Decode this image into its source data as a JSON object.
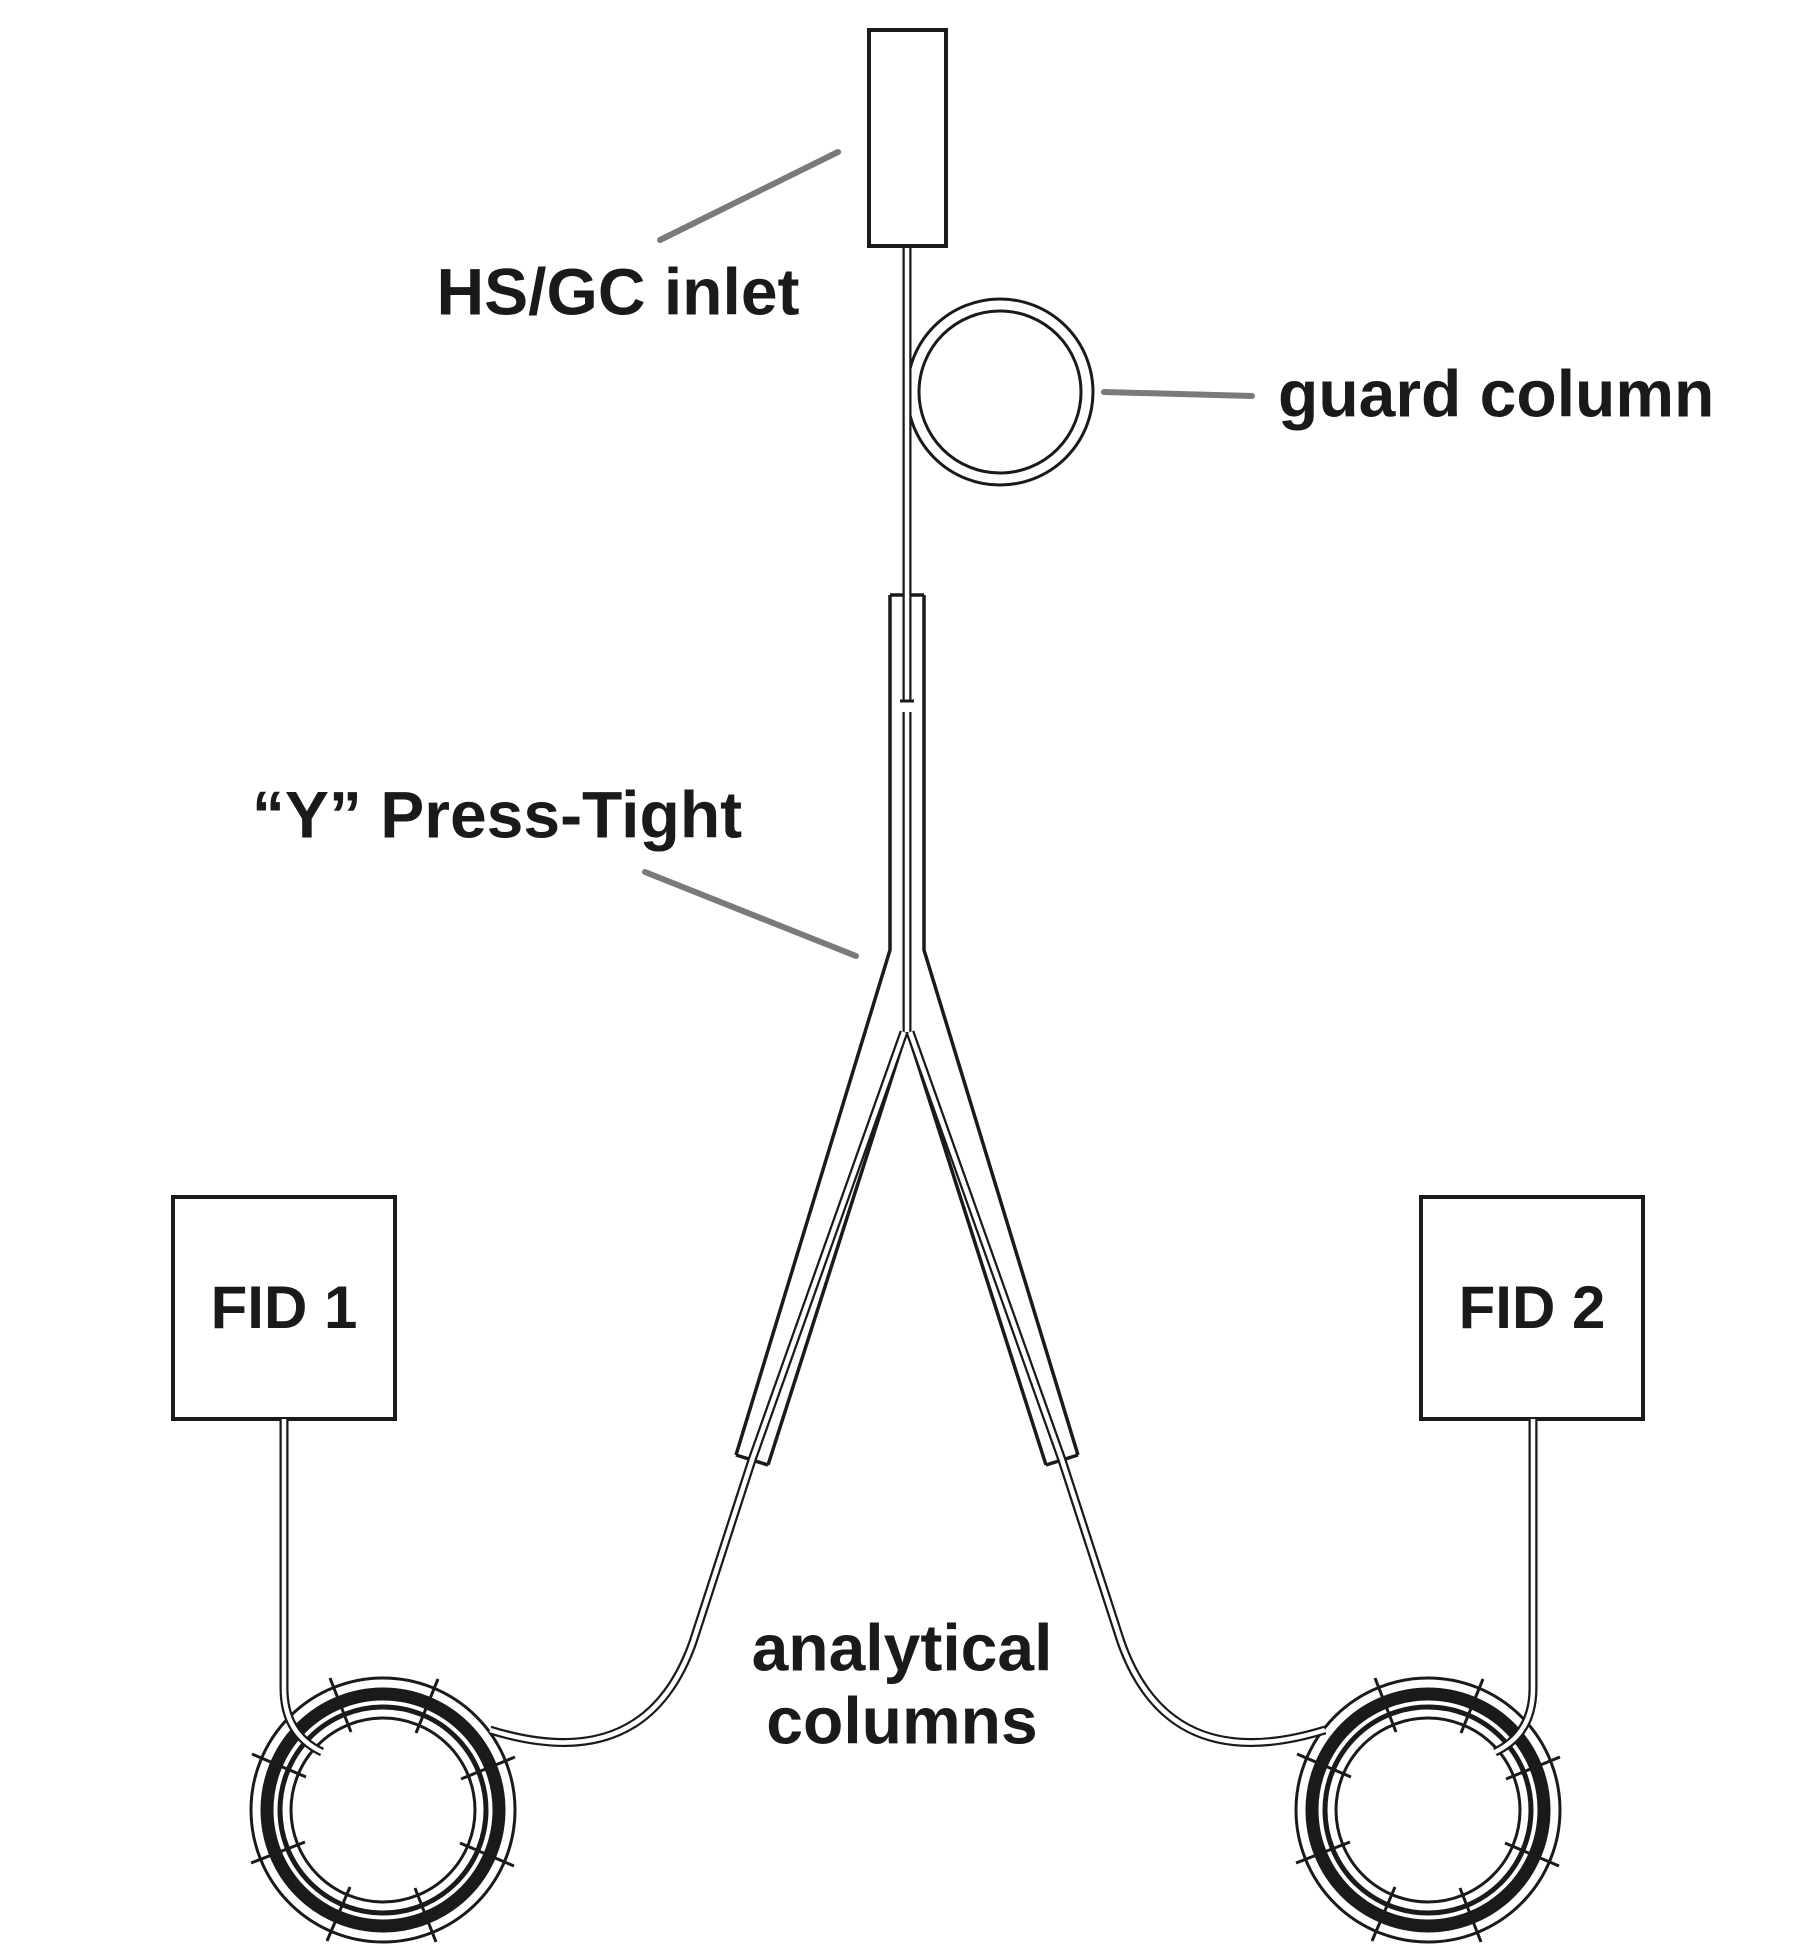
{
  "diagram": {
    "labels": {
      "inlet": "HS/GC inlet",
      "guard": "guard column",
      "y_press_tight": "“Y” Press-Tight",
      "fid1": "FID 1",
      "fid2": "FID 2",
      "analytical_line1": "analytical",
      "analytical_line2": "columns"
    },
    "colors": {
      "line": "#1a1a1a",
      "leader": "#7a7a7a",
      "background": "#ffffff"
    }
  }
}
